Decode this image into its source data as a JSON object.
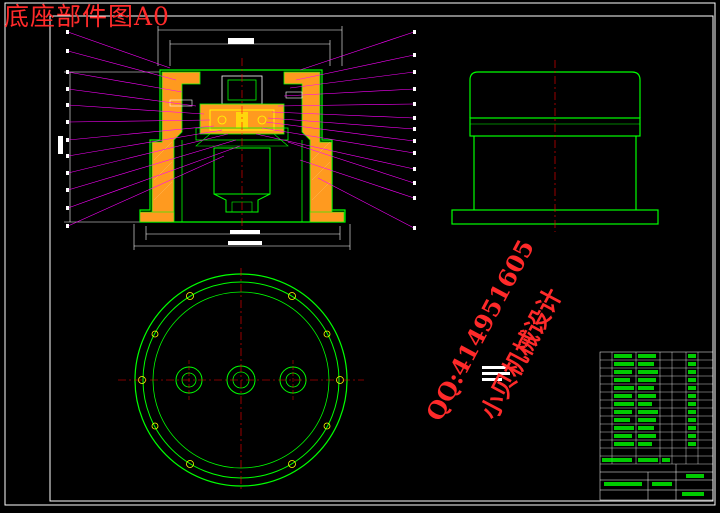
{
  "drawing": {
    "title": "底座部件图A0",
    "colors": {
      "background": "#000000",
      "outline": "#00ff00",
      "centerline": "#ff0000",
      "leader": "#ff00ff",
      "dimension": "#ffffff",
      "section_fill": "#ff9a1f",
      "detail": "#ffff00",
      "watermark": "#ff2a2a"
    }
  },
  "watermark": {
    "qq": "QQ:414951605",
    "name": "小贝机械设计"
  },
  "views": {
    "section": "front-section-view",
    "exterior": "side-exterior-view",
    "plan": "top-plan-view"
  },
  "title_block": {
    "present": true
  }
}
